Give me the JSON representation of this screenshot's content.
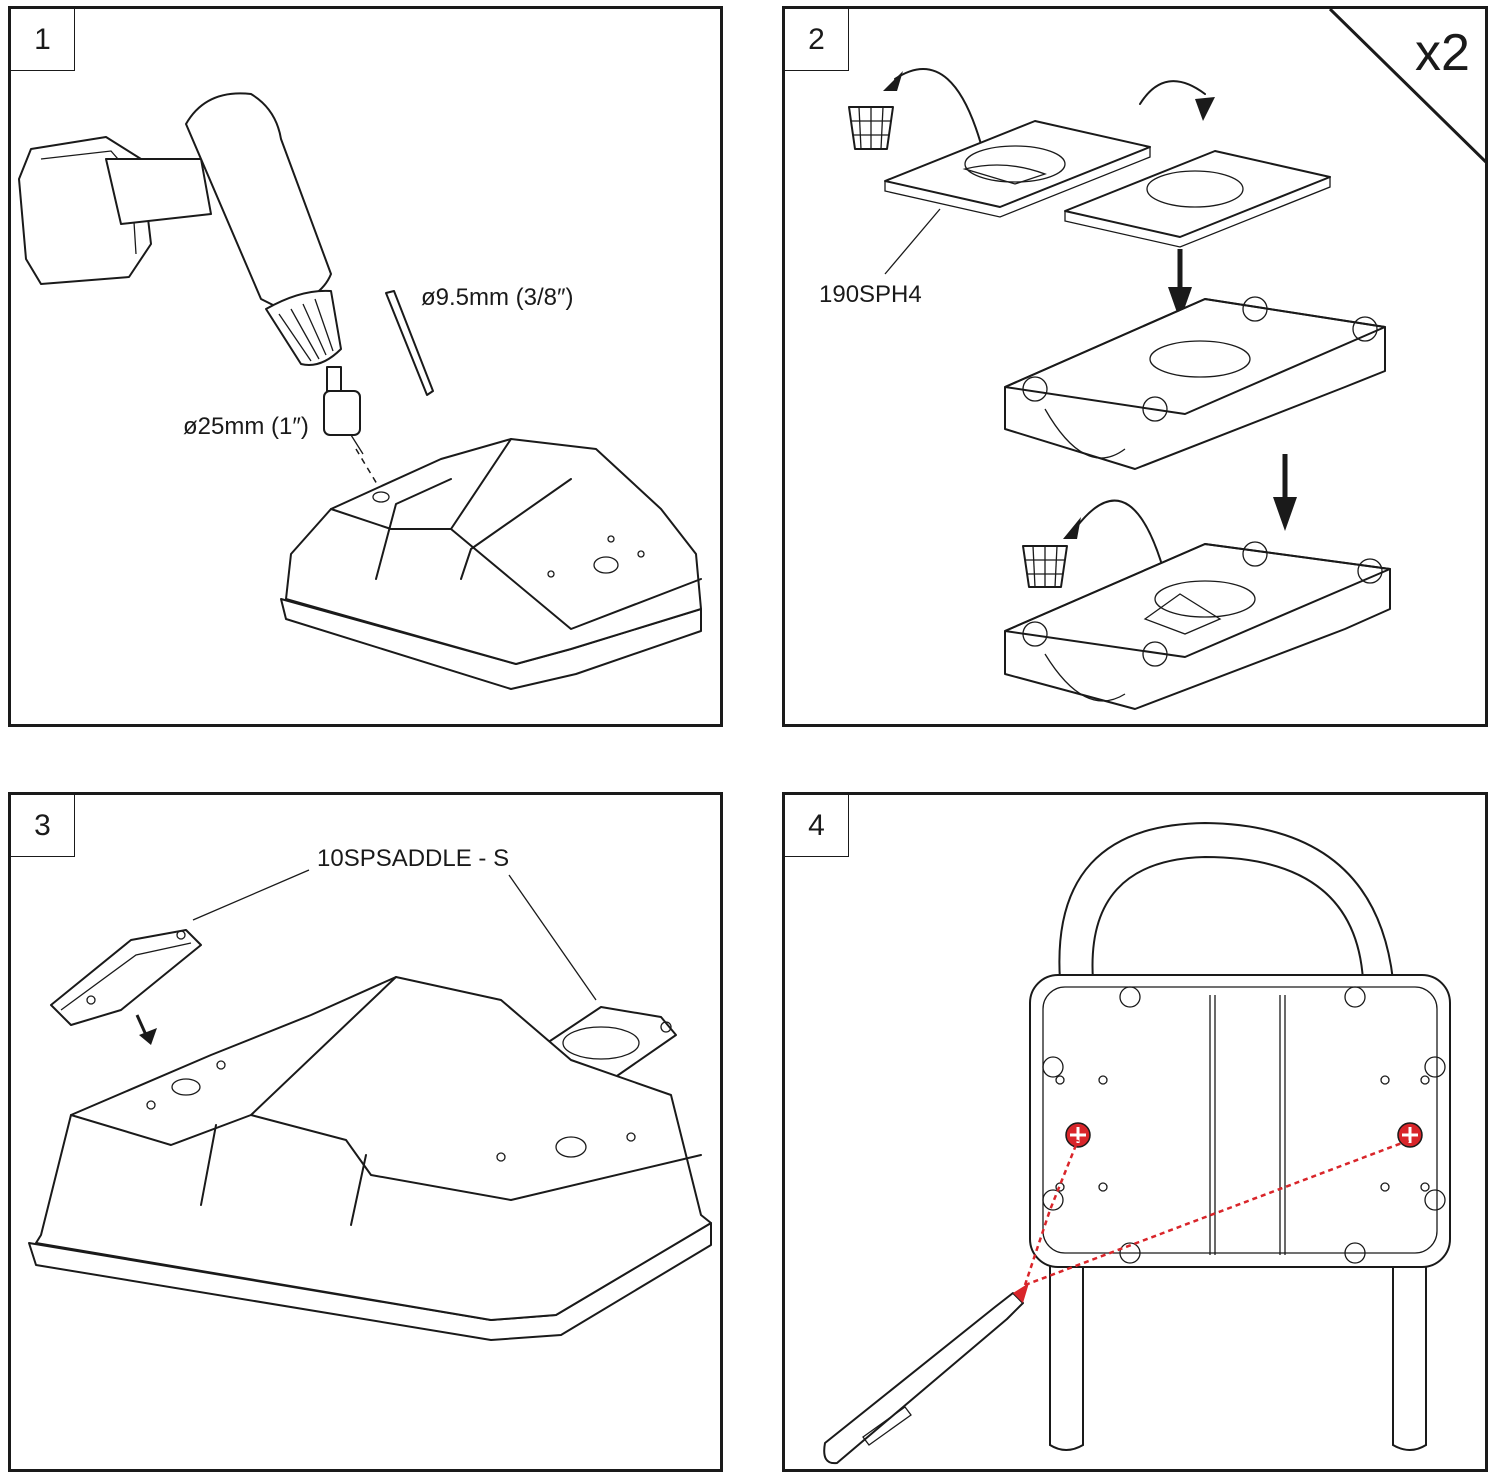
{
  "steps": [
    {
      "number": "1",
      "labels": {
        "drill_bit": "ø9.5mm (3/8″)",
        "hole_saw": "ø25mm (1″)"
      }
    },
    {
      "number": "2",
      "multiplier": "x2",
      "labels": {
        "part": "190SPH4"
      }
    },
    {
      "number": "3",
      "labels": {
        "part": "10SPSADDLE - S"
      }
    },
    {
      "number": "4"
    }
  ],
  "colors": {
    "line": "#1a1a1a",
    "marker": "#d9252a",
    "background": "#ffffff"
  },
  "icons": [
    "drill-icon",
    "drill-bit-icon",
    "hole-saw-icon",
    "waste-basket-icon",
    "rotate-arrow-icon",
    "down-arrow-icon",
    "marker-pen-icon",
    "screw-cross-icon"
  ]
}
